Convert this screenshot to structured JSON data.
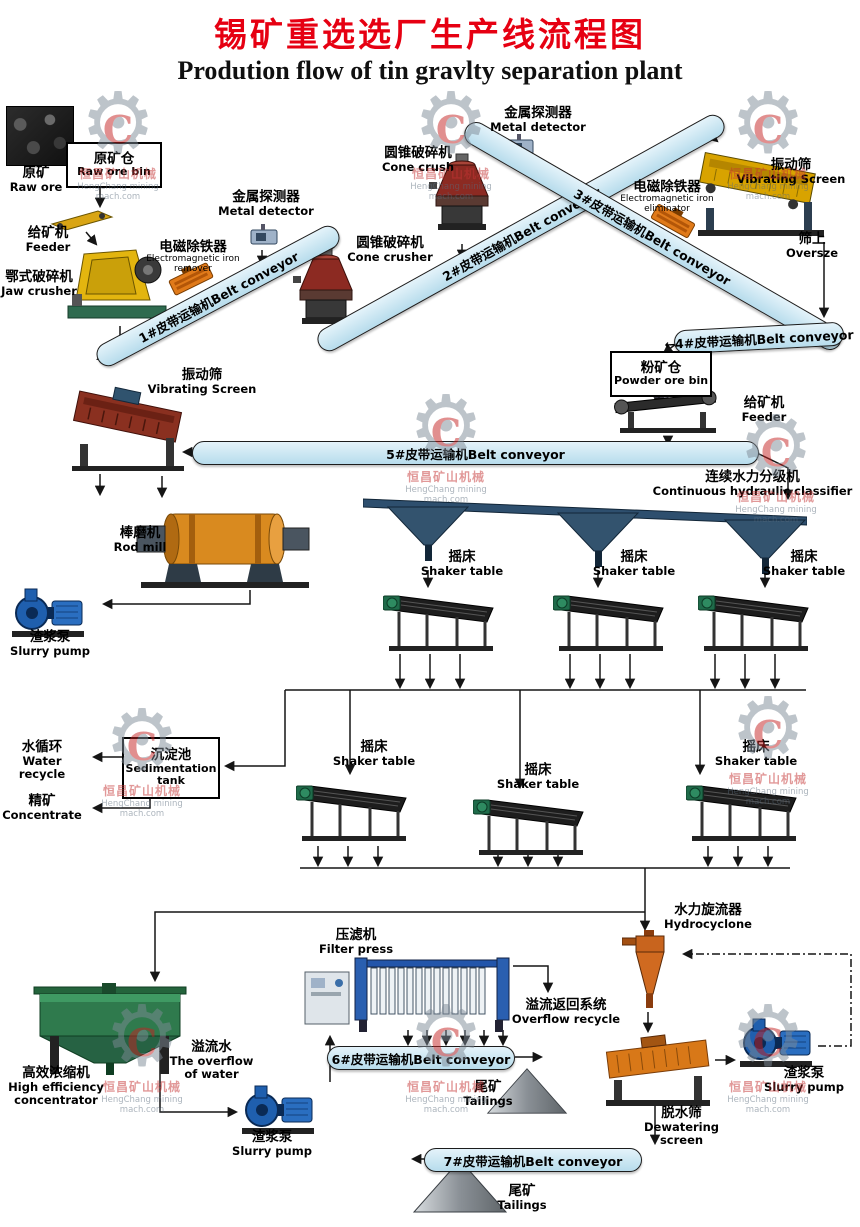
{
  "header": {
    "title_zh": "锡矿重选选厂生产线流程图",
    "title_en": "Prodution flow of tin gravlty separation plant"
  },
  "watermark": {
    "zh": "恒昌矿山机械",
    "en": "HengChang mining mach.com"
  },
  "belts": {
    "b1": "1#皮带运输机Belt conveyor",
    "b2": "2#皮带运输机Belt conveyor",
    "b3": "3#皮带运输机Belt conveyor",
    "b4": "←4#皮带运输机Belt conveyor",
    "b5": "5#皮带运输机Belt conveyor",
    "b6": "6#皮带运输机Belt conveyor",
    "b7": "7#皮带运输机Belt conveyor"
  },
  "nodes": {
    "raw_ore": {
      "zh": "原矿",
      "en": "Raw ore"
    },
    "raw_ore_bin": {
      "zh": "原矿仓",
      "en": "Raw ore bin"
    },
    "feeder": {
      "zh": "给矿机",
      "en": "Feeder"
    },
    "metal_detector": {
      "zh": "金属探测器",
      "en": "Metal detector"
    },
    "em_remover": {
      "zh": "电磁除铁器",
      "en": "Electromagnetic iron remover"
    },
    "em_eliminator": {
      "zh": "电磁除铁器",
      "en": "Electromagnetic iron eliminator"
    },
    "jaw_crusher": {
      "zh": "鄂式破碎机",
      "en": "Jaw crusher"
    },
    "cone_crusher": {
      "zh": "圆锥破碎机",
      "en": "Cone crusher"
    },
    "cone_crush": {
      "zh": "圆锥破碎机",
      "en": "Cone crush"
    },
    "vibrating_screen": {
      "zh": "振动筛",
      "en": "Vibrating Screen"
    },
    "oversize": {
      "zh": "筛上",
      "en": "Oversze"
    },
    "powder_ore_bin": {
      "zh": "粉矿仓",
      "en": "Powder ore bin"
    },
    "classifier": {
      "zh": "连续水力分级机",
      "en": "Continuous hydraulic classifier"
    },
    "rod_mill": {
      "zh": "棒磨机",
      "en": "Rod mill"
    },
    "slurry_pump": {
      "zh": "渣浆泵",
      "en": "Slurry pump"
    },
    "shaker_table": {
      "zh": "摇床",
      "en": "Shaker table"
    },
    "water_recycle": {
      "zh": "水循环",
      "en": "Water recycle"
    },
    "concentrate": {
      "zh": "精矿",
      "en": "Concentrate"
    },
    "sedimentation_tank": {
      "zh": "沉淀池",
      "en": "Sedimentation tank"
    },
    "hydrocyclone": {
      "zh": "水力旋流器",
      "en": "Hydrocyclone"
    },
    "filter_press": {
      "zh": "压滤机",
      "en": "Filter press"
    },
    "overflow_recycle": {
      "zh": "溢流返回系统",
      "en": "Overflow recycle"
    },
    "tailings": {
      "zh": "尾矿",
      "en": "Tailings"
    },
    "concentrator": {
      "zh": "高效浓缩机",
      "en": "High efficiency concentrator"
    },
    "overflow_water": {
      "zh": "溢流水",
      "en": "The overflow of water"
    },
    "dewatering_screen": {
      "zh": "脱水筛",
      "en": "Dewatering screen"
    }
  }
}
